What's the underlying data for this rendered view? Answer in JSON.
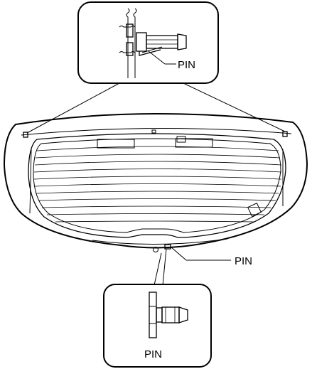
{
  "labels": {
    "top_callout_pin": "PIN",
    "right_pin": "PIN",
    "bottom_callout_pin": "PIN"
  },
  "colors": {
    "line": "#000000",
    "background": "#ffffff"
  }
}
